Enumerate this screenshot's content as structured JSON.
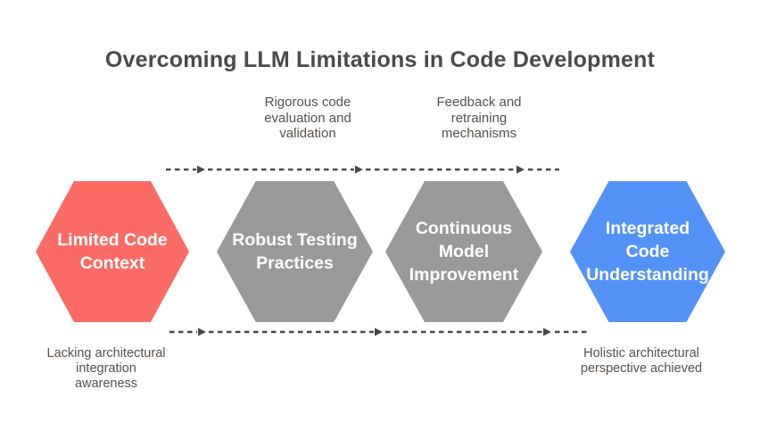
{
  "diagram": {
    "title": "Overcoming LLM Limitations in Code Development",
    "colors": {
      "red": "#FA6B64",
      "gray": "#999999",
      "blue": "#5592F8",
      "text_dark": "#4A4A4A",
      "text_muted": "#57504A",
      "connector": "#4A4846"
    },
    "nodes": [
      {
        "id": "limited-code-context",
        "label": "Limited Code Context",
        "lines": [
          "Limited Code",
          "Context"
        ],
        "color": "#FA6B64"
      },
      {
        "id": "robust-testing-practices",
        "label": "Robust Testing Practices",
        "lines": [
          "Robust Testing",
          "Practices"
        ],
        "color": "#999999"
      },
      {
        "id": "continuous-model-improvement",
        "label": "Continuous Model Improvement",
        "lines": [
          "Continuous",
          "Model",
          "Improvement"
        ],
        "color": "#999999"
      },
      {
        "id": "integrated-code-understanding",
        "label": "Integrated Code Understanding",
        "lines": [
          "Integrated",
          "Code",
          "Understanding"
        ],
        "color": "#5592F8"
      }
    ],
    "edge_labels": [
      {
        "label": "Rigorous code evaluation and validation",
        "lines": [
          "Rigorous code",
          "evaluation and",
          "validation"
        ]
      },
      {
        "label": "Feedback and retraining mechanisms",
        "lines": [
          "Feedback and",
          "retraining",
          "mechanisms"
        ]
      }
    ],
    "captions": [
      {
        "label": "Lacking architectural integration awareness",
        "lines": [
          "Lacking architectural",
          "integration",
          "awareness"
        ]
      },
      {
        "label": "Holistic architectural perspective achieved",
        "lines": [
          "Holistic architectural",
          "perspective achieved"
        ]
      }
    ]
  }
}
